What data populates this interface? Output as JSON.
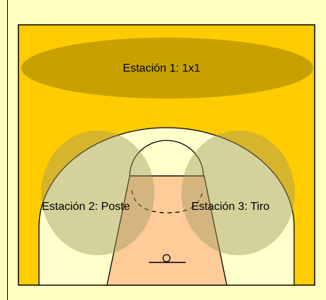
{
  "colors": {
    "page_background": "#FFFFC0",
    "court_surface": "#FFCC00",
    "three_point_area": "#FFFFCC",
    "paint": "#FFCC99",
    "station_zone": "#C8A100",
    "station_zone_side": "#A09A60",
    "lines": "#000000"
  },
  "stations": [
    {
      "id": "station-1",
      "label": "Estación 1: 1x1"
    },
    {
      "id": "station-2",
      "label": "Estación 2: Poste"
    },
    {
      "id": "station-3",
      "label": "Estación 3: Tiro"
    }
  ]
}
